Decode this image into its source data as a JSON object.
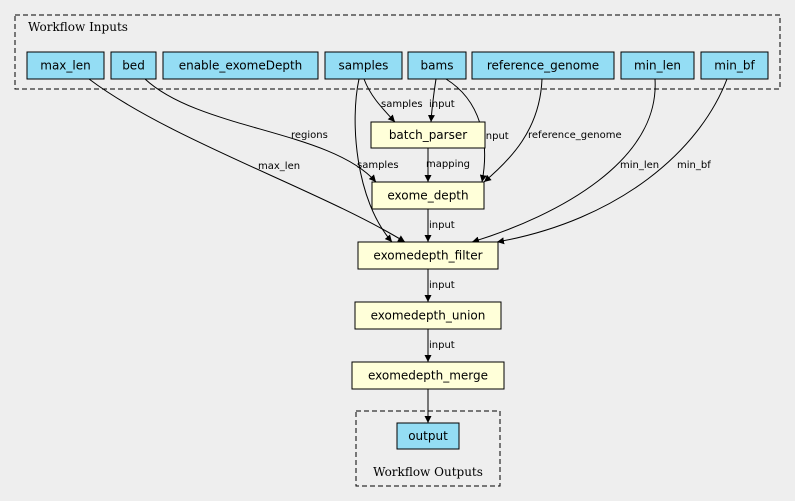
{
  "clusters": {
    "inputs_label": "Workflow Inputs",
    "outputs_label": "Workflow Outputs"
  },
  "inputs": [
    "max_len",
    "bed",
    "enable_exomeDepth",
    "samples",
    "bams",
    "reference_genome",
    "min_len",
    "min_bf"
  ],
  "steps": [
    "batch_parser",
    "exome_depth",
    "exomedepth_filter",
    "exomedepth_union",
    "exomedepth_merge"
  ],
  "outputs": [
    "output"
  ],
  "edge_labels": {
    "samples_to_batch": "samples",
    "bams_to_batch": "input",
    "bams_to_exome": "input",
    "ref_to_exome": "reference_genome",
    "bed_to_exome": "regions",
    "batch_to_exome": "mapping",
    "maxlen_to_filter": "max_len",
    "samples_to_filter": "samples",
    "minlen_to_filter": "min_len",
    "minbf_to_filter": "min_bf",
    "exome_to_filter": "input",
    "filter_to_union": "input",
    "union_to_merge": "input"
  },
  "colors": {
    "input_fill": "#94ddf4",
    "step_fill": "#ffffd9",
    "background": "#eeeeee"
  }
}
